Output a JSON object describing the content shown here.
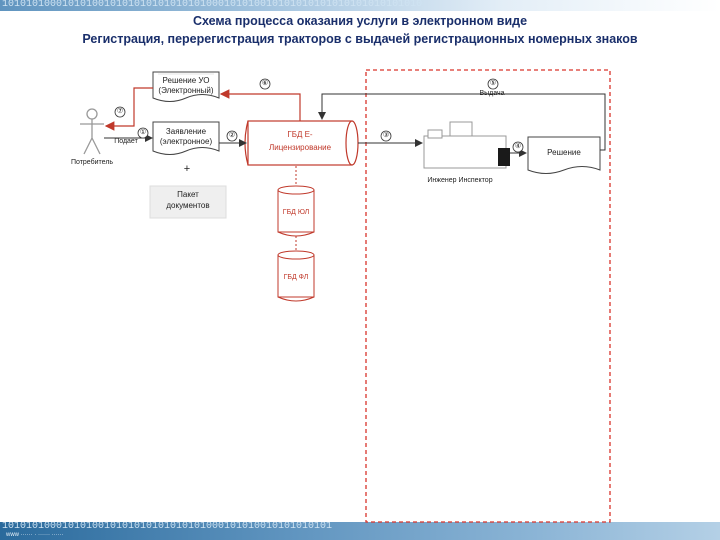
{
  "title_line1": "Схема процесса оказания услуги в электронном виде",
  "title_line2": "Регистрация, перерегистрация  тракторов с выдачей регистрационных номерных знаков",
  "band_top": "1010101000101010010101010101010101000101010010101010101010101010101010",
  "band_bottom": "1010101000101010010101010101010101000101010010101010101",
  "band_bottom_sub": "www   ······   ·  ······  ······",
  "nodes": {
    "consumer": "Потребитель",
    "plus": "+",
    "decision_uo_line1": "Решение УО",
    "decision_uo_line2": "(Электронный)",
    "application_line1": "Заявление",
    "application_line2": "(электронное)",
    "package_line1": "Пакет",
    "package_line2": "документов",
    "gbd_elic_line1": "ГБД Е-",
    "gbd_elic_line2": "Лицензирование",
    "gbd_ul": "ГБД ЮЛ",
    "gbd_fl": "ГБД ФЛ",
    "inspector": "Инженер Инспектор",
    "decision": "Решение"
  },
  "flow_labels": {
    "submit": "Подает",
    "issue": "Выдача"
  },
  "steps": [
    "①",
    "②",
    "③",
    "④",
    "⑤",
    "⑥",
    "⑦"
  ],
  "colors": {
    "title": "#1a2f6b",
    "red": "#c0392b",
    "border": "#444444",
    "dashed_frame": "#d9342b"
  },
  "icons": {
    "consumer": "person-icon",
    "inspector": "printer-icon"
  }
}
